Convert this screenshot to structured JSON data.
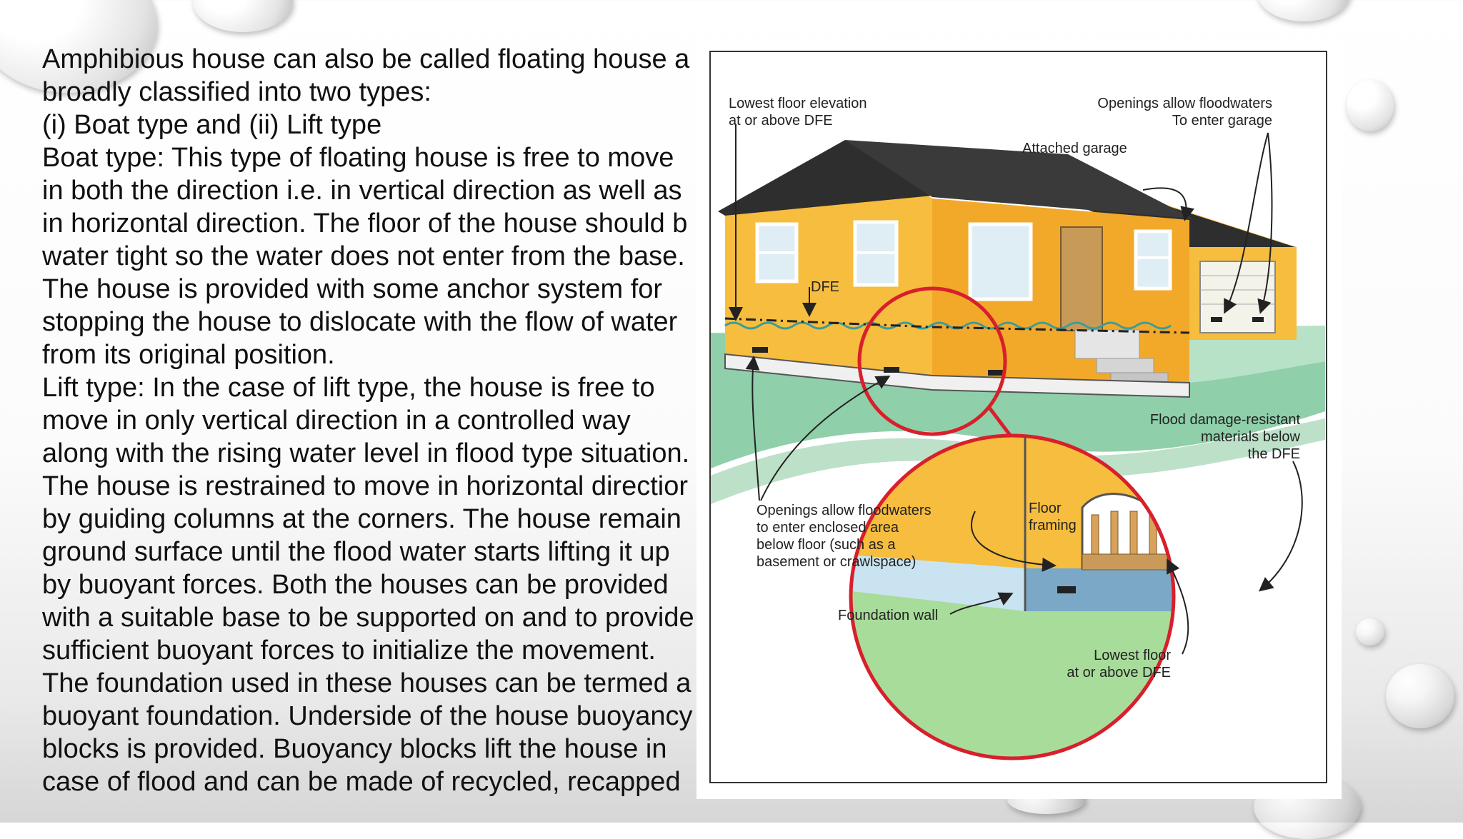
{
  "slide": {
    "text_lines": [
      "Amphibious house can also be called floating house a",
      "broadly classified into two types:",
      "(i) Boat type and (ii) Lift type",
      "Boat type: This type of floating house is free to move",
      "in both the direction i.e. in vertical direction as well as",
      "in horizontal direction. The floor of the house should b",
      "water tight so the water does not enter from the base.",
      "The house is provided with some anchor system for",
      "stopping the house to dislocate with the flow of water",
      "from its original position.",
      "Lift type: In the case of lift type, the house is free to",
      "move in only vertical direction in a controlled way",
      "along with the rising water level in flood type situation.",
      "The house is restrained to move in horizontal directior",
      "by guiding columns at the corners. The house remain",
      "ground surface until the flood water starts lifting it up",
      "by buoyant forces. Both the houses can be provided",
      "with a suitable base to be supported on and to provide",
      "sufficient buoyant forces to initialize the movement.",
      "The foundation used in these houses can be termed a",
      "buoyant foundation. Underside of the house buoyancy",
      "blocks is provided. Buoyancy blocks lift the house in",
      "case of flood and can be made of recycled, recapped"
    ]
  },
  "figure": {
    "labels": {
      "lowest_floor_1": "Lowest floor elevation",
      "lowest_floor_2": "at or above DFE",
      "openings_garage_1": "Openings allow floodwaters",
      "openings_garage_2": "To enter garage",
      "attached_garage": "Attached garage",
      "dfe": "DFE",
      "flood_resistant_1": "Flood damage-resistant",
      "flood_resistant_2": "materials below",
      "flood_resistant_3": "the DFE",
      "openings_enclosed_1": "Openings allow floodwaters",
      "openings_enclosed_2": "to enter enclosed area",
      "openings_enclosed_3": "below floor (such as a",
      "openings_enclosed_4": "basement or crawlspace)",
      "floor_framing_1": "Floor",
      "floor_framing_2": "framing",
      "foundation_wall": "Foundation wall",
      "lowest_floor_inset_1": "Lowest floor",
      "lowest_floor_inset_2": "at or above DFE"
    },
    "colors": {
      "wall": "#f7bd3e",
      "roof": "#2e2e2e",
      "water": "#8fcfaa",
      "callout": "#d7202b",
      "arrow": "#1d5fa6"
    }
  }
}
